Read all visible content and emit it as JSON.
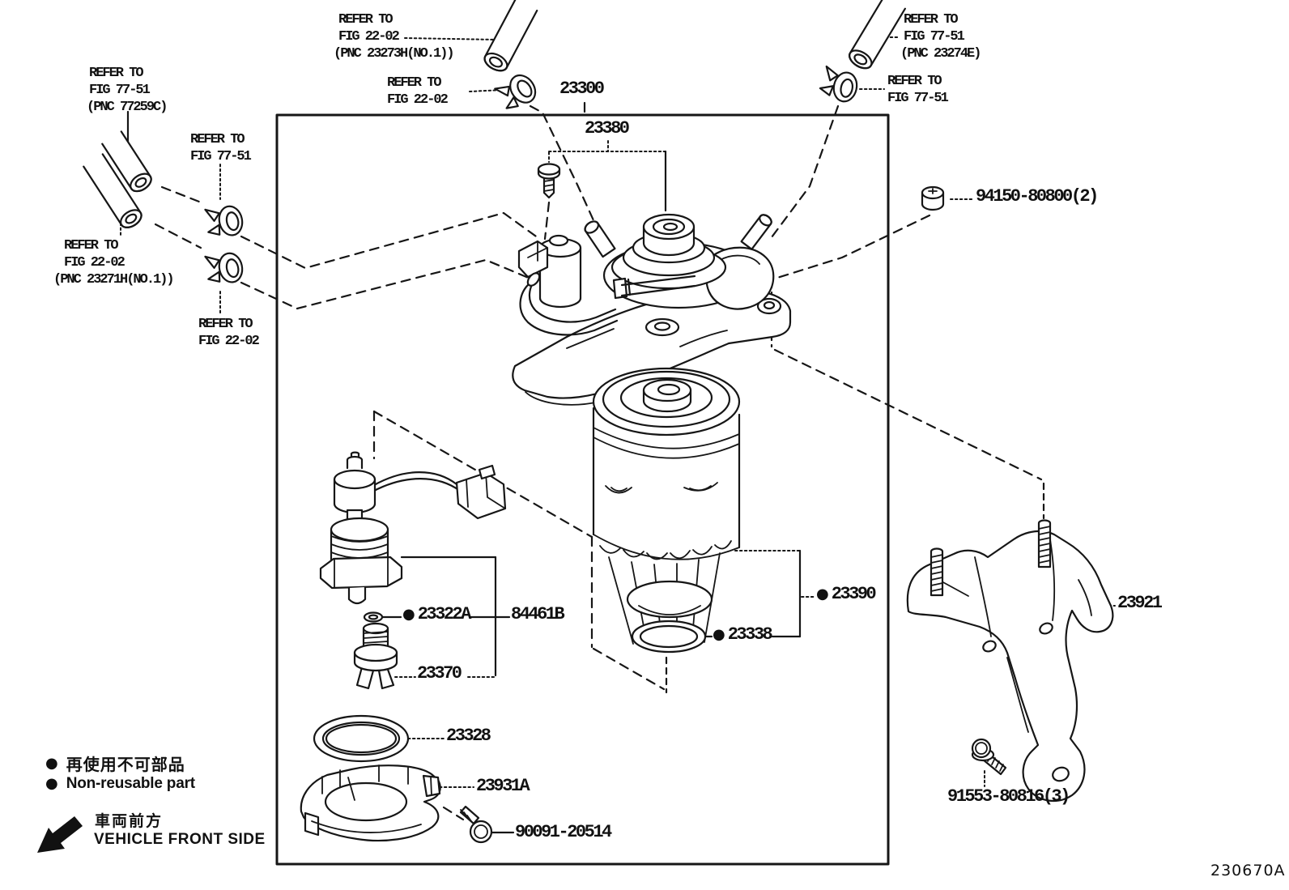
{
  "figure_code": "230670A",
  "bullet": "●",
  "legend": {
    "nonreusable_jp": "再使用不可部品",
    "nonreusable_en": "Non-reusable part",
    "vehicle_front_jp": "車両前方",
    "vehicle_front_en": "VEHICLE FRONT SIDE"
  },
  "refer": {
    "refer_to": "REFER TO",
    "fig_7751": "FIG 77-51",
    "fig_2202": "FIG 22-02",
    "pnc_77259c": "(PNC 77259C)",
    "pnc_23273h": "(PNC 23273H(NO.1))",
    "pnc_23271h": "(PNC 23271H(NO.1))",
    "pnc_23274e": "(PNC 23274E)"
  },
  "parts": {
    "p23300": "23300",
    "p23380": "23380",
    "p94150": "94150-80800(2)",
    "p23322a": "23322A",
    "p84461b": "84461B",
    "p23370": "23370",
    "p23390": "23390",
    "p23338": "23338",
    "p23328": "23328",
    "p23931a": "23931A",
    "p90091": "90091-20514",
    "p23921": "23921",
    "p91553": "91553-80816(3)"
  }
}
